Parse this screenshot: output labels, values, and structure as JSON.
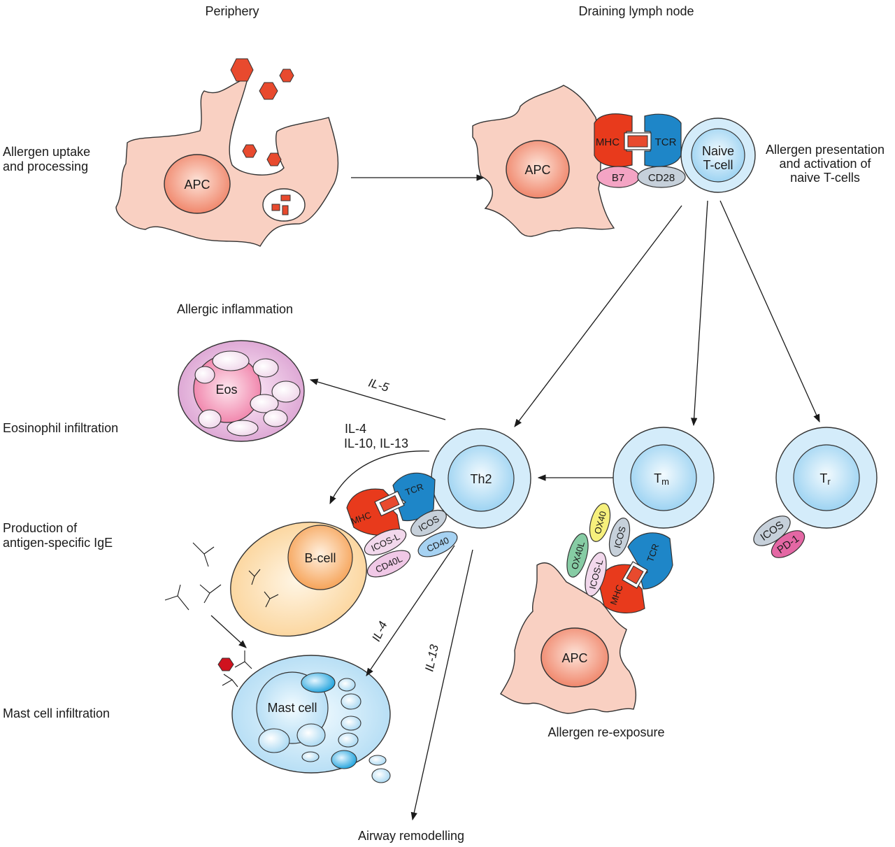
{
  "headers": {
    "periphery": "Periphery",
    "lymph_node": "Draining lymph node"
  },
  "side_labels": {
    "uptake_1": "Allergen uptake",
    "uptake_2": "and processing",
    "eos_infiltration": "Eosinophil infiltration",
    "ige_1": "Production of",
    "ige_2": "antigen-specific IgE",
    "mast_infiltration": "Mast cell infiltration"
  },
  "presentation_label": {
    "line1": "Allergen presentation",
    "line2": "and activation of",
    "line3": "naive T-cells"
  },
  "section_labels": {
    "allergic_inflammation": "Allergic inflammation",
    "allergen_reexposure": "Allergen re-exposure",
    "airway_remodelling": "Airway remodelling"
  },
  "cells": {
    "apc": "APC",
    "naive_1": "Naive",
    "naive_2": "T-cell",
    "th2": "Th2",
    "tm_main": "T",
    "tm_sub": "m",
    "tr_main": "T",
    "tr_sub": "r",
    "eos": "Eos",
    "bcell": "B-cell",
    "mast": "Mast cell"
  },
  "molecules": {
    "mhc": "MHC",
    "tcr": "TCR",
    "b7": "B7",
    "cd28": "CD28",
    "icos": "ICOS",
    "icos_l": "ICOS-L",
    "cd40": "CD40",
    "cd40l": "CD40L",
    "ox40": "OX40",
    "ox40l": "OX40L",
    "pd1": "PD-1"
  },
  "cytokines": {
    "il5": "IL-5",
    "il4_line1": "IL-4",
    "il4_line2": "IL-10, IL-13",
    "il4": "IL-4",
    "il13": "IL-13"
  },
  "colors": {
    "apc_body": "#f9d0c2",
    "nucleus": "#f08e73",
    "mhc": "#e83a1c",
    "tcr": "#1e86c8",
    "tcell": "#d4ecfa",
    "eos": "#e8b2dc",
    "bcell": "#fcdcaa",
    "mast": "#c6e6f8",
    "allergen": "#e84a2e"
  }
}
